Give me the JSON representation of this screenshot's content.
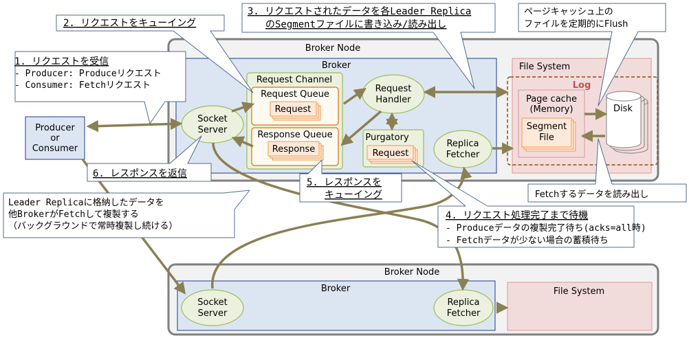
{
  "colors": {
    "node_fill": "#f2f2f2",
    "node_border": "#7f7f7f",
    "broker_fill": "#dce6f2",
    "broker_border": "#1f3b8c",
    "fs_fill": "#f2dcdb",
    "fs_border": "#d99694",
    "channel_fill": "#ebf1de",
    "channel_border": "#9bbb59",
    "queue_border": "#e46c0a",
    "item_fill": "#fde9d9",
    "item_border": "#f79646",
    "log_border": "#984807",
    "arrow": "#8b8052",
    "callout_border": "#4f6b8f"
  },
  "nodes": {
    "top_node_label": "Broker Node",
    "top_broker_label": "Broker",
    "top_fs_label": "File System",
    "request_channel": "Request Channel",
    "request_queue": "Request Queue",
    "request_item": "Request",
    "response_queue": "Response Queue",
    "response_item": "Response",
    "socket_server_l1": "Socket",
    "socket_server_l2": "Server",
    "request_handler_l1": "Request",
    "request_handler_l2": "Handler",
    "purgatory": "Purgatory",
    "purgatory_item": "Request",
    "replica_fetcher_l1": "Replica",
    "replica_fetcher_l2": "Fetcher",
    "log": "Log",
    "page_cache_l1": "Page cache",
    "page_cache_l2": "(Memory)",
    "segment_l1": "Segment",
    "segment_l2": "File",
    "disk": "Disk",
    "client_l1": "Producer",
    "client_l2": "or",
    "client_l3": "Consumer",
    "bottom_node_label": "Broker Node",
    "bottom_broker_label": "Broker",
    "bottom_fs_label": "File System",
    "bottom_socket_l1": "Socket",
    "bottom_socket_l2": "Server",
    "bottom_fetcher_l1": "Replica",
    "bottom_fetcher_l2": "Fetcher"
  },
  "callouts": {
    "c1_title": "1. リクエストを受信",
    "c1_line1": "- Producer: Produceリクエスト",
    "c1_line2": "- Consumer: Fetchリクエスト",
    "c2_title": "2. リクエストをキューイング",
    "c3_line1": "3. リクエストされたデータを各Leader Replica",
    "c3_line2": "のSegmentファイルに書き込み/読み出し",
    "c_flush_line1": "ページキャッシュ上の",
    "c_flush_line2": "ファイルを定期的にFlush",
    "c4_title": "4. リクエスト処理完了まで待機",
    "c4_line1": "- Produceデータの複製完了待ち(acks=all時)",
    "c4_line2": "- Fetchデータが少ない場合の蓄積待ち",
    "c5_line1": "5. レスポンスを",
    "c5_line2": "キューイング",
    "c6_title": "6. レスポンスを返信",
    "c_fetch_read": "Fetchするデータを読み出し",
    "c_repl_line1": "Leader Replicaに格納したデータを",
    "c_repl_line2": "他BrokerがFetchして複製する",
    "c_repl_line3": "（バックグラウンドで常時複製し続ける）"
  }
}
